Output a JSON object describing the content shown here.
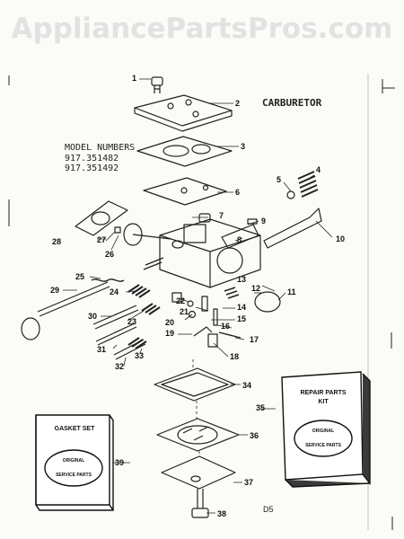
{
  "watermark": "AppliancePartsPros.com",
  "title": "CARBURETOR",
  "model_numbers_heading": "MODEL NUMBERS",
  "model_numbers": [
    "917.351482",
    "917.351492"
  ],
  "figure_code": "D5",
  "kits": {
    "gasket_set": {
      "label": "GASKET SET",
      "stamp_top": "ORIGINAL",
      "stamp_bottom": "SERVICE PARTS"
    },
    "repair_parts_kit": {
      "label_line1": "REPAIR PARTS",
      "label_line2": "KIT",
      "stamp_top": "ORIGINAL",
      "stamp_bottom": "SERVICE PARTS"
    }
  },
  "parts": [
    "1",
    "2",
    "3",
    "4",
    "5",
    "6",
    "7",
    "8",
    "9",
    "10",
    "11",
    "12",
    "13",
    "14",
    "15",
    "16",
    "17",
    "18",
    "19",
    "20",
    "21",
    "22",
    "23",
    "24",
    "25",
    "26",
    "27",
    "28",
    "29",
    "30",
    "31",
    "32",
    "33",
    "34",
    "35",
    "36",
    "37",
    "38",
    "39"
  ]
}
